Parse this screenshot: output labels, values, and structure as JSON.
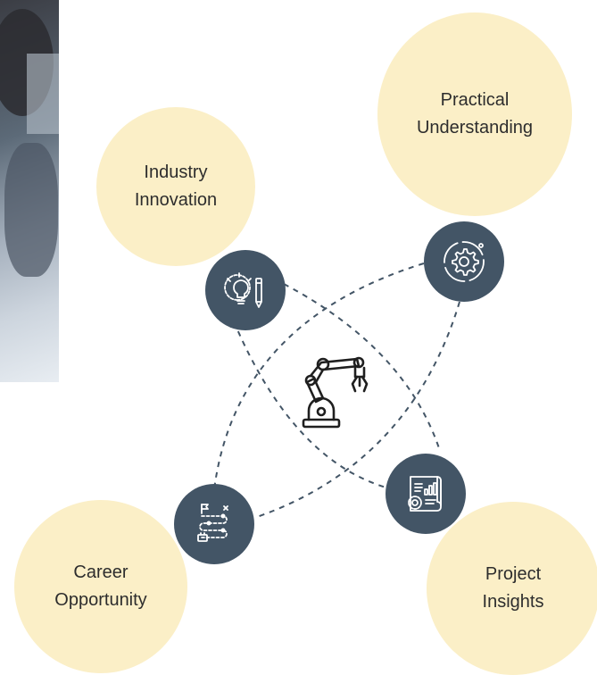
{
  "topics": {
    "industry": {
      "line1": "Industry",
      "line2": "Innovation"
    },
    "practical": {
      "line1": "Practical",
      "line2": "Understanding"
    },
    "career": {
      "line1": "Career",
      "line2": "Opportunity"
    },
    "project": {
      "line1": "Project",
      "line2": "Insights"
    }
  },
  "icons": {
    "industry": "lightbulb-pencil-icon",
    "practical": "gear-icon",
    "career": "flowchart-icon",
    "project": "blueprint-gear-icon",
    "center": "robotic-arm-icon"
  },
  "colors": {
    "bubble": "#fbefc7",
    "node": "#435566",
    "line": "#435566",
    "text": "#2d2d2d"
  }
}
